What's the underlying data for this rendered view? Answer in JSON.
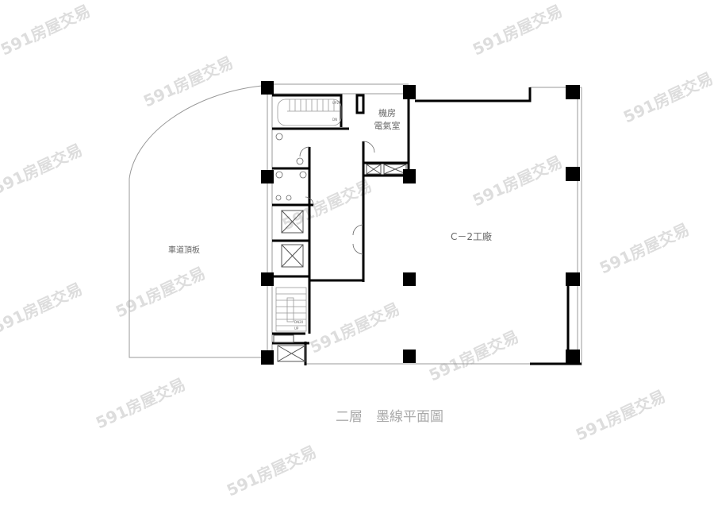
{
  "plan": {
    "title": "二層　墨線平面圖",
    "rooms": {
      "machine_room_line1": "機房",
      "machine_room_line2": "電氣室",
      "ramp_roof": "車道頂板",
      "factory": "C－2工廠"
    },
    "stair_labels": {
      "top_up": "UP26",
      "top_down": "DN",
      "bottom_down": "DN20",
      "bottom_up": "UP"
    }
  },
  "watermark": {
    "text": "591房屋交易"
  }
}
